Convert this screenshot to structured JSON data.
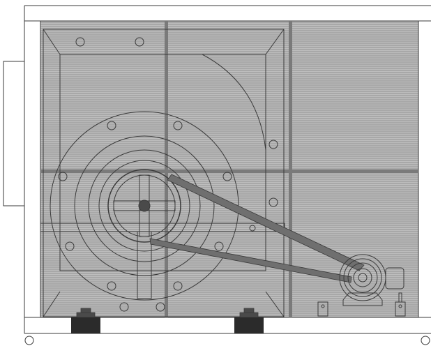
{
  "diagram": {
    "colors": {
      "background": "#ffffff",
      "line": "#3a3a3a",
      "panel_fill": "#a8a8a8",
      "panel_stripe": "#bdbdbd",
      "frame_bar": "#7a7a7a",
      "belt": "#6f6f6f",
      "base_block": "#2b2b2b",
      "hub": "#4a4a4a"
    },
    "components": [
      "housing-top-rail",
      "housing-base-rail",
      "access-door-panel",
      "filter-mesh-panel",
      "blower-wheel",
      "drive-pulley",
      "drive-belt",
      "drive-motor",
      "motor-pulley",
      "vibration-isolator",
      "base-support-block",
      "mounting-foot"
    ]
  }
}
